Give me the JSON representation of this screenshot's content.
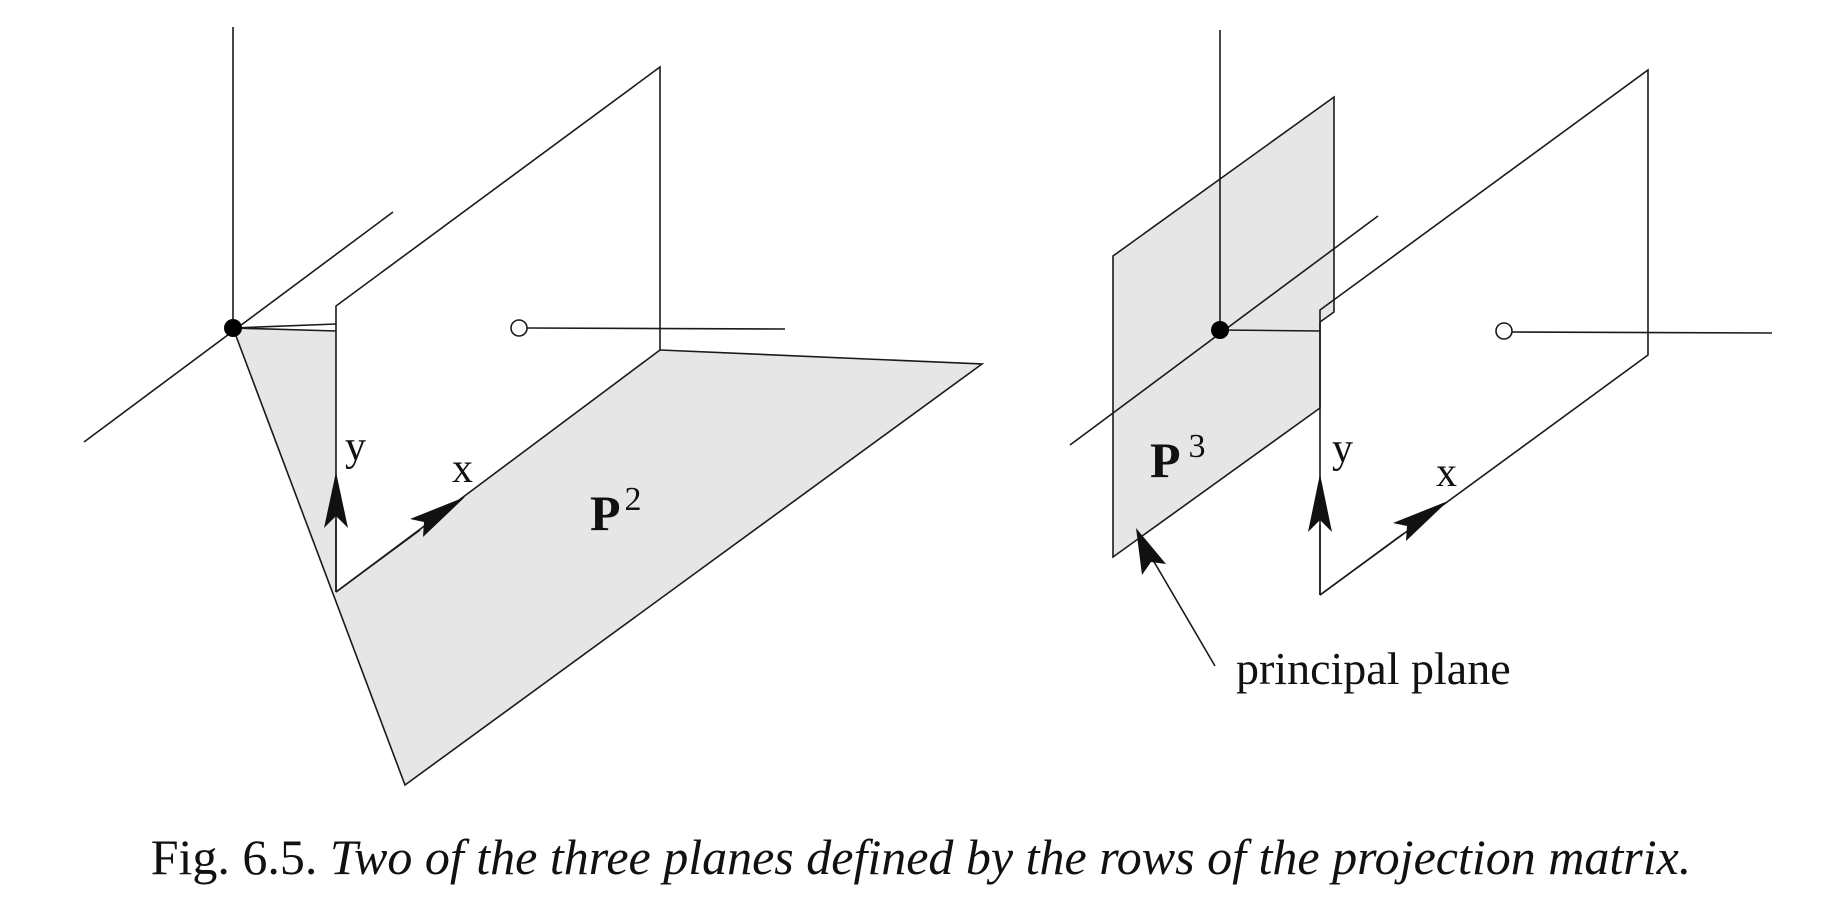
{
  "left_figure": {
    "y_label": "y",
    "x_label": "x",
    "plane_label": "P",
    "plane_superscript": "2"
  },
  "right_figure": {
    "y_label": "y",
    "x_label": "x",
    "plane_label": "P",
    "plane_superscript": "3",
    "annotation": "principal plane"
  },
  "caption": {
    "number": "Fig. 6.5.",
    "text": "Two of the three planes defined by the rows of the projection matrix."
  }
}
